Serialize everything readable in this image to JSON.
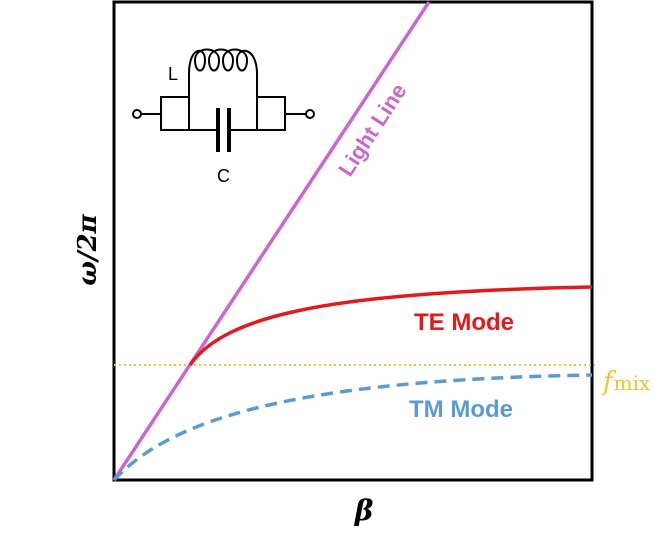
{
  "axes": {
    "xlabel": "β",
    "ylabel": "ω/2π"
  },
  "curves": {
    "light_line": {
      "label": "Light Line",
      "color": "#cc66cc"
    },
    "te_mode": {
      "label": "TE Mode",
      "color": "#e31a1c"
    },
    "tm_mode": {
      "label": "TM Mode",
      "color": "#5b9bd5"
    },
    "f_mix": {
      "label_main": "f",
      "label_sub": "mix",
      "color": "#f2c12e"
    }
  },
  "circuit": {
    "inductor_label": "L",
    "capacitor_label": "C"
  }
}
